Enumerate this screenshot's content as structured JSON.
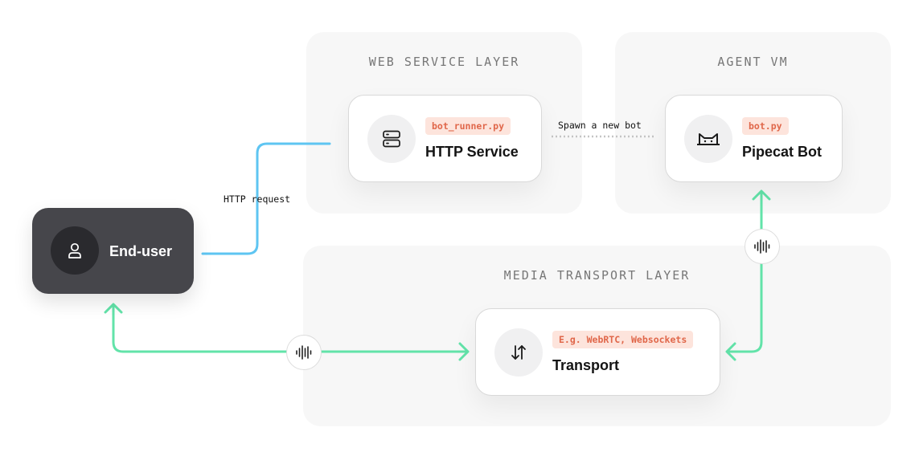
{
  "layers": {
    "web_service": {
      "title": "WEB SERVICE LAYER"
    },
    "agent_vm": {
      "title": "AGENT VM"
    },
    "media_transport": {
      "title": "MEDIA TRANSPORT LAYER"
    }
  },
  "nodes": {
    "end_user": {
      "label": "End-user",
      "icon": "user-icon"
    },
    "http_service": {
      "tag": "bot_runner.py",
      "label": "HTTP Service",
      "icon": "server-icon"
    },
    "pipecat_bot": {
      "tag": "bot.py",
      "label": "Pipecat Bot",
      "icon": "pipecat-logo-icon"
    },
    "transport": {
      "tag": "E.g. WebRTC, Websockets",
      "label": "Transport",
      "icon": "arrows-up-down-icon"
    }
  },
  "edges": {
    "http_request": {
      "label": "HTTP request",
      "color": "#5ec5f2"
    },
    "spawn": {
      "label": "Spawn a new bot",
      "color": "#c4c4c4"
    },
    "audio": {
      "color": "#62e3a9",
      "icon": "audio-wave-icon"
    }
  },
  "colors": {
    "layer_bg": "#f7f7f7",
    "end_user_bg": "#46464b",
    "tag_bg": "#fde4dc",
    "tag_text": "#e0674a"
  }
}
